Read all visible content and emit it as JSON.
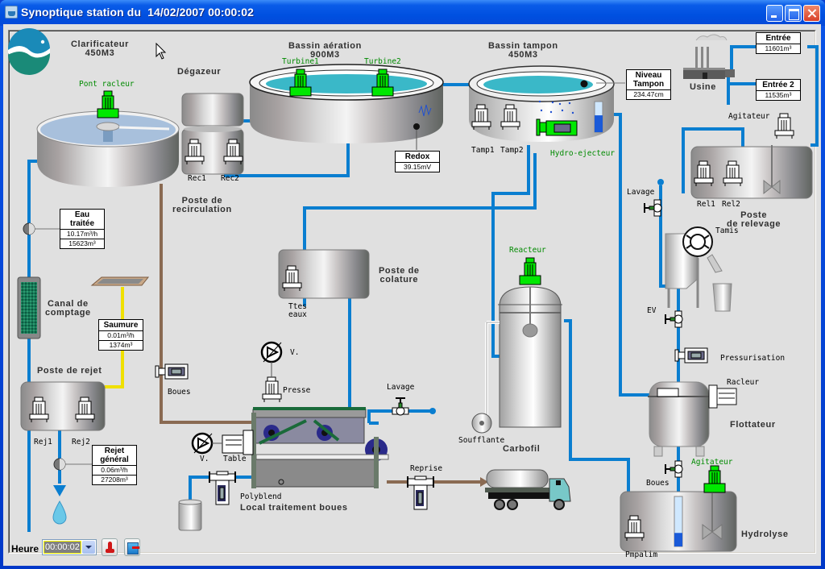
{
  "window": {
    "title": "Synoptique station du  14/02/2007 00:00:02",
    "controls": [
      "minimize",
      "maximize",
      "close"
    ]
  },
  "colors": {
    "water_pipe": "#0a7ed0",
    "sludge_pipe": "#8a6a52",
    "brine_pipe": "#f0e000",
    "active_equipment": "#00e800",
    "active_label": "#008a00",
    "background": "#e0e0e0"
  },
  "sections": {
    "clarificateur": "Clarificateur\n450M3",
    "degazeur": "Dégazeur",
    "bassin_aeration": "Bassin aération\n900M3",
    "bassin_tampon": "Bassin tampon\n450M3",
    "usine": "Usine",
    "poste_recirculation": "Poste de\nrecirculation",
    "poste_colature": "Poste de\ncolature",
    "canal_comptage": "Canal de\ncomptage",
    "poste_rejet": "Poste de rejet",
    "poste_relevage": "Poste\nde relevage",
    "carbofil": "Carbofil",
    "flottateur": "Flottateur",
    "hydrolyse": "Hydrolyse",
    "local_boues": "Local traitement boues"
  },
  "equipment": {
    "pont_racleur": "Pont racleur",
    "turbine1": "Turbine1",
    "turbine2": "Turbine2",
    "rec1": "Rec1",
    "rec2": "Rec2",
    "tamp1": "Tamp1",
    "tamp2": "Tamp2",
    "hydro_ejecteur": "Hydro-ejecteur",
    "agitateur_relevage": "Agitateur",
    "rel1": "Rel1",
    "rel2": "Rel2",
    "lavage_relevage": "Lavage",
    "tamis": "Tamis",
    "ev": "EV",
    "pressurisation": "Pressurisation",
    "racleur": "Racleur",
    "boues_hydrolyse": "Boues",
    "agitateur_hydrolyse": "Agitateur",
    "pmpalim": "Pmpalim",
    "reacteur": "Reacteur",
    "soufflante": "Soufflante",
    "ttes_eaux": "Ttes\neaux",
    "boues_pump": "Boues",
    "presse": "Presse",
    "presse_v": "V.",
    "table": "Table",
    "table_v": "V.",
    "lavage_presse": "Lavage",
    "polyblend": "Polyblend",
    "reprise": "Reprise",
    "rej1": "Rej1",
    "rej2": "Rej2"
  },
  "measurements": {
    "eau_traitee": {
      "label": "Eau\ntraitée",
      "debit": "10.17m³/h",
      "volume": "15623m³"
    },
    "saumure": {
      "label": "Saumure",
      "debit": "0.01m³/h",
      "volume": "1374m³"
    },
    "rejet_general": {
      "label": "Rejet\ngénéral",
      "debit": "0.06m³/h",
      "volume": "27208m³"
    },
    "redox": {
      "label": "Redox",
      "value": "39.15mV"
    },
    "niveau_tampon": {
      "label": "Niveau\nTampon",
      "value": "234.47cm"
    },
    "entree": {
      "label": "Entrée",
      "value": "11601m³"
    },
    "entree2": {
      "label": "Entrée 2",
      "value": "11535m³"
    }
  },
  "levels": {
    "bassin_tampon_fraction": 0.55,
    "hydrolyse_fraction": 0.27
  },
  "footer": {
    "heure_label": "Heure",
    "heure_value": "00:00:02",
    "buttons": [
      "stamp-icon",
      "exit-icon"
    ]
  }
}
